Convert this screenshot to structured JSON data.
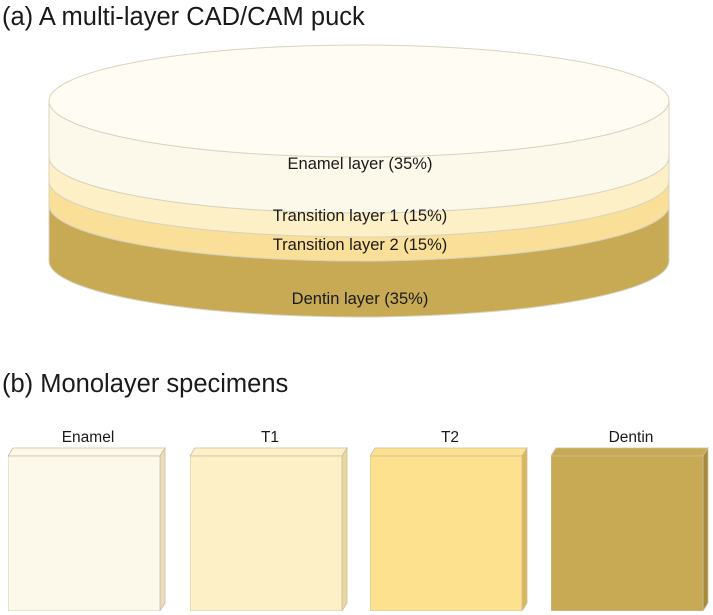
{
  "part_a": {
    "title": "(a) A multi-layer CAD/CAM puck",
    "layers": [
      {
        "label": "Enamel layer (35%)",
        "share": 0.35,
        "color": "#fdf9ea"
      },
      {
        "label": "Transition layer 1 (15%)",
        "share": 0.15,
        "color": "#fdf0c6"
      },
      {
        "label": "Transition layer 2 (15%)",
        "share": 0.15,
        "color": "#f9df97"
      },
      {
        "label": "Dentin layer (35%)",
        "share": 0.35,
        "color": "#c8aa54"
      }
    ],
    "top_face_color": "#fefcf3",
    "outline_color": "#d9d3c0"
  },
  "part_b": {
    "title": "(b) Monolayer specimens",
    "specimens": [
      {
        "label": "Enamel",
        "front": "#fdf9ea",
        "side": "#e8dcc0"
      },
      {
        "label": "T1",
        "front": "#fdf0c6",
        "side": "#e8d79e"
      },
      {
        "label": "T2",
        "front": "#fde18e",
        "side": "#d9b85a"
      },
      {
        "label": "Dentin",
        "front": "#c8aa54",
        "side": "#a68a3c"
      }
    ]
  }
}
